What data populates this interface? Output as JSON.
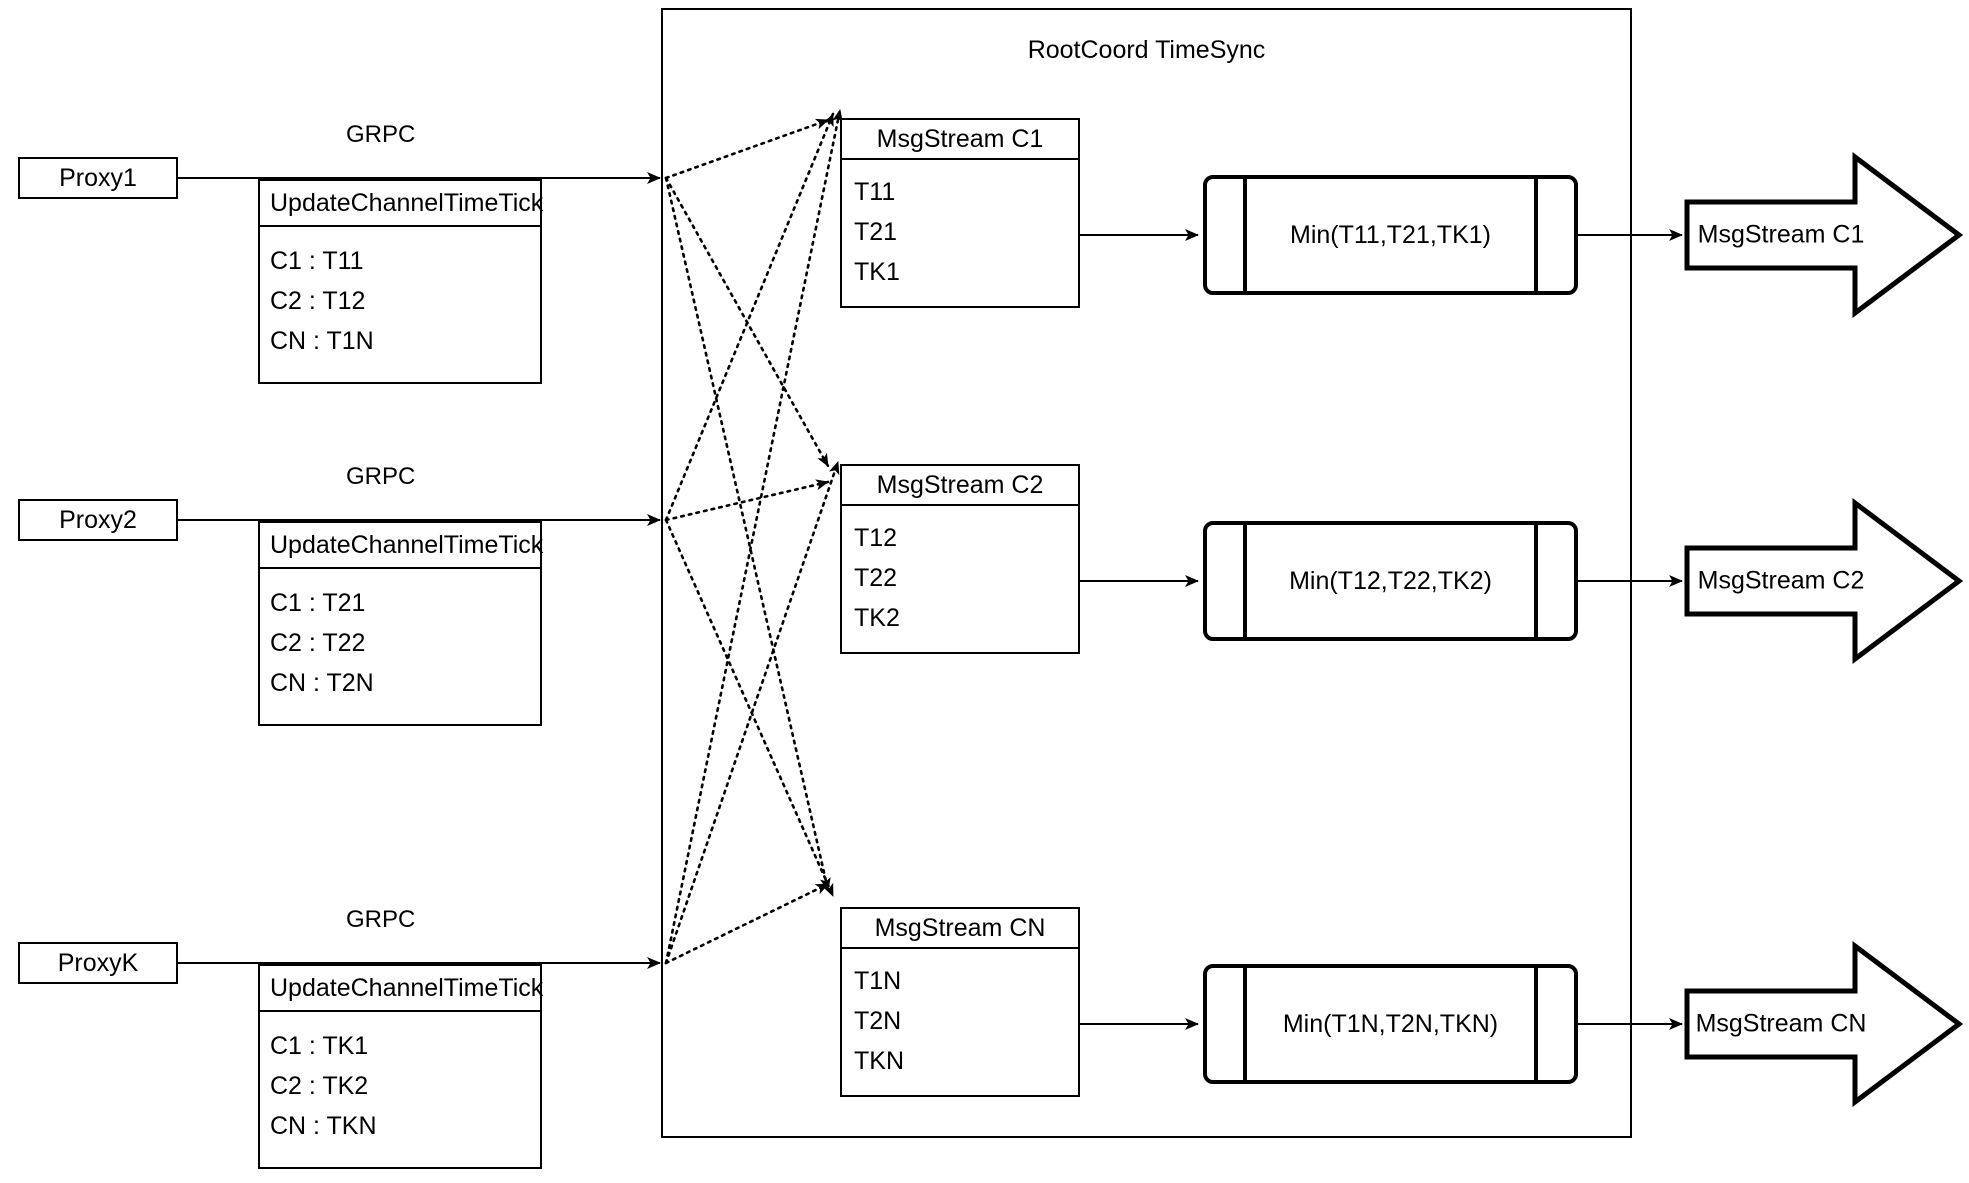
{
  "diagram": {
    "title": "RootCoord TimeSync",
    "container_label": "RootCoord TimeSync"
  },
  "proxies": [
    {
      "name": "Proxy1",
      "link_label": "GRPC",
      "request": {
        "header": "UpdateChannelTimeTick",
        "rows": [
          {
            "channel": "C1 :",
            "value": "T11",
            "text": "C1 :  T11"
          },
          {
            "channel": "C2 :",
            "value": "T12",
            "text": "C2 :  T12"
          },
          {
            "channel": "CN :",
            "value": "T1N",
            "text": "CN : T1N"
          }
        ]
      }
    },
    {
      "name": "Proxy2",
      "link_label": "GRPC",
      "request": {
        "header": "UpdateChannelTimeTick",
        "rows": [
          {
            "channel": "C1 :",
            "value": "T21",
            "text": "C1 :  T21"
          },
          {
            "channel": "C2 :",
            "value": "T22",
            "text": "C2 :  T22"
          },
          {
            "channel": "CN :",
            "value": "T2N",
            "text": "CN : T2N"
          }
        ]
      }
    },
    {
      "name": "ProxyK",
      "link_label": "GRPC",
      "request": {
        "header": "UpdateChannelTimeTick",
        "rows": [
          {
            "channel": "C1 :",
            "value": "TK1",
            "text": "C1 :  TK1"
          },
          {
            "channel": "C2 :",
            "value": "TK2",
            "text": "C2 :  TK2"
          },
          {
            "channel": "CN :",
            "value": "TKN",
            "text": "CN : TKN"
          }
        ]
      }
    }
  ],
  "msgstreams": [
    {
      "title": "MsgStream C1",
      "ticks": [
        "T11",
        "T21",
        "TK1"
      ],
      "min_label": "Min(T11,T21,TK1)",
      "output_label": "MsgStream C1"
    },
    {
      "title": "MsgStream C2",
      "ticks": [
        "T12",
        "T22",
        "TK2"
      ],
      "min_label": "Min(T12,T22,TK2)",
      "output_label": "MsgStream C2"
    },
    {
      "title": "MsgStream CN",
      "ticks": [
        "T1N",
        "T2N",
        "TKN"
      ],
      "min_label": "Min(T1N,T2N,TKN)",
      "output_label": "MsgStream CN"
    }
  ],
  "colors": {
    "stroke": "#000000",
    "background": "#ffffff"
  }
}
